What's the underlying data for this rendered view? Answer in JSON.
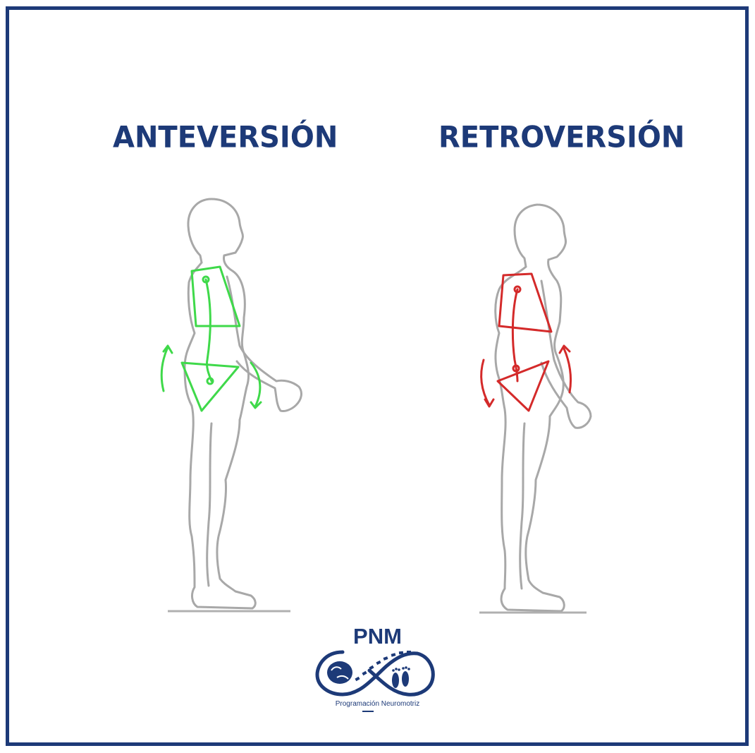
{
  "titles": {
    "left": "ANTEVERSIÓN",
    "right": "RETROVERSIÓN"
  },
  "logo": {
    "brand": "PNM",
    "tagline": "Programación Neuromotriz"
  },
  "colors": {
    "border": "#1d3a78",
    "title": "#1d3a78",
    "body_outline": "#a8a8a8",
    "anteversion_marker": "#3fd94a",
    "retroversion_marker": "#d42a2a"
  },
  "icons": [
    "brain-icon",
    "spine-icon",
    "feet-icon"
  ]
}
